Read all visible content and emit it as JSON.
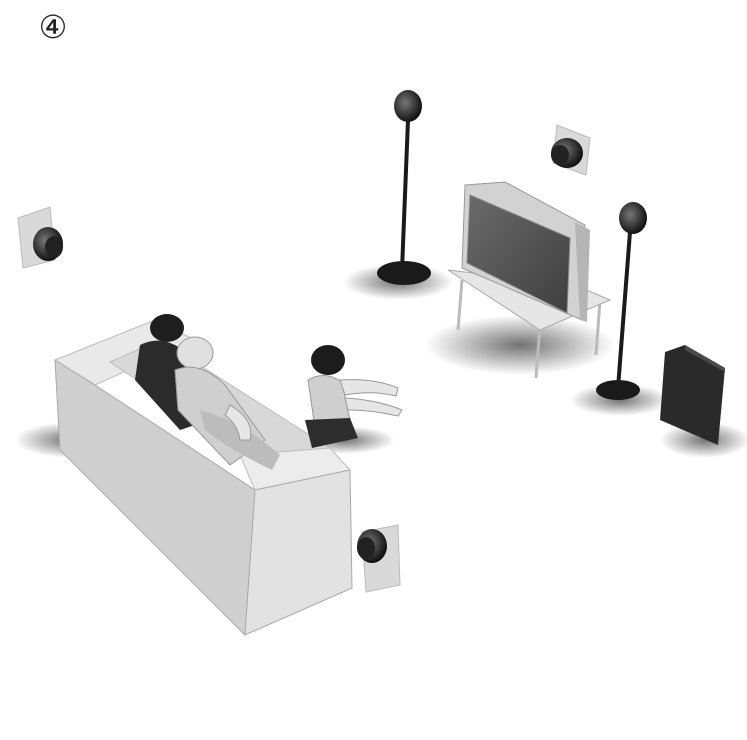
{
  "step_label": "④",
  "scene": {
    "items": [
      {
        "name": "sofa"
      },
      {
        "name": "people-on-sofa"
      },
      {
        "name": "child-on-floor"
      },
      {
        "name": "television"
      },
      {
        "name": "front-left-floor-speaker"
      },
      {
        "name": "front-right-floor-speaker"
      },
      {
        "name": "rear-left-wall-speaker"
      },
      {
        "name": "rear-right-wall-speaker"
      },
      {
        "name": "upper-wall-speaker"
      },
      {
        "name": "subwoofer"
      }
    ]
  }
}
